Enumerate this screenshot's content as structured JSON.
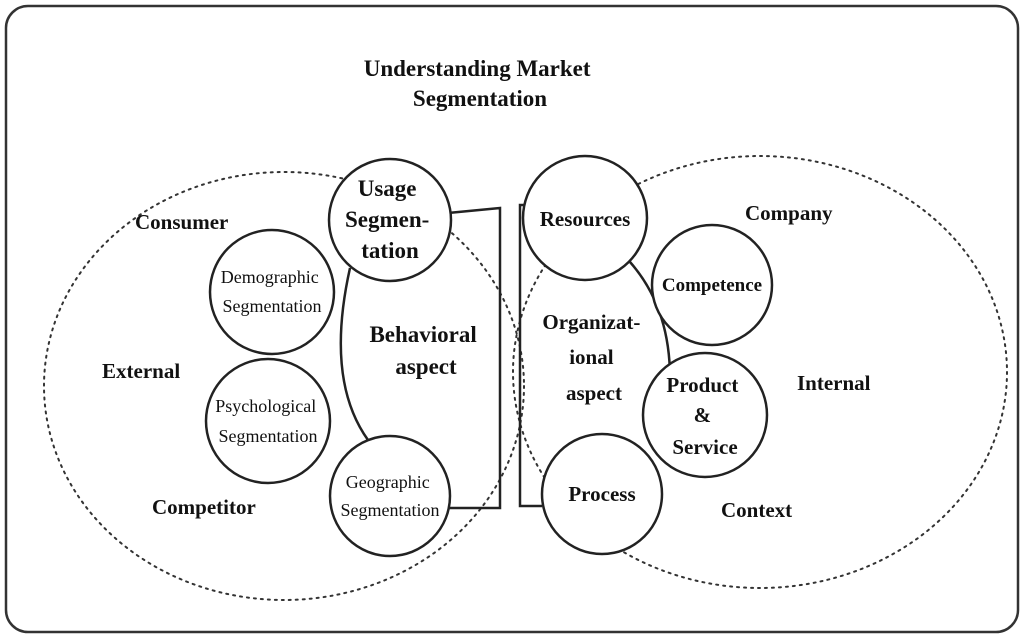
{
  "title": [
    "Understanding Market",
    "Segmentation"
  ],
  "left": {
    "consumer": "Consumer",
    "external": "External",
    "competitor": "Competitor",
    "behavioral": [
      "Behavioral",
      "aspect"
    ],
    "usage": [
      "Usage",
      "Segmen-",
      "tation"
    ],
    "demographic": [
      "Demographic",
      "Segmentation"
    ],
    "psychological": [
      "Psychological",
      "Segmentation"
    ],
    "geographic": [
      "Geographic",
      "Segmentation"
    ]
  },
  "right": {
    "company": "Company",
    "internal": "Internal",
    "context": "Context",
    "organizational": [
      "Organizat-",
      "ional",
      "aspect"
    ],
    "resources": "Resources",
    "competence": "Competence",
    "product": [
      "Product",
      "&",
      "Service"
    ],
    "process": "Process"
  }
}
